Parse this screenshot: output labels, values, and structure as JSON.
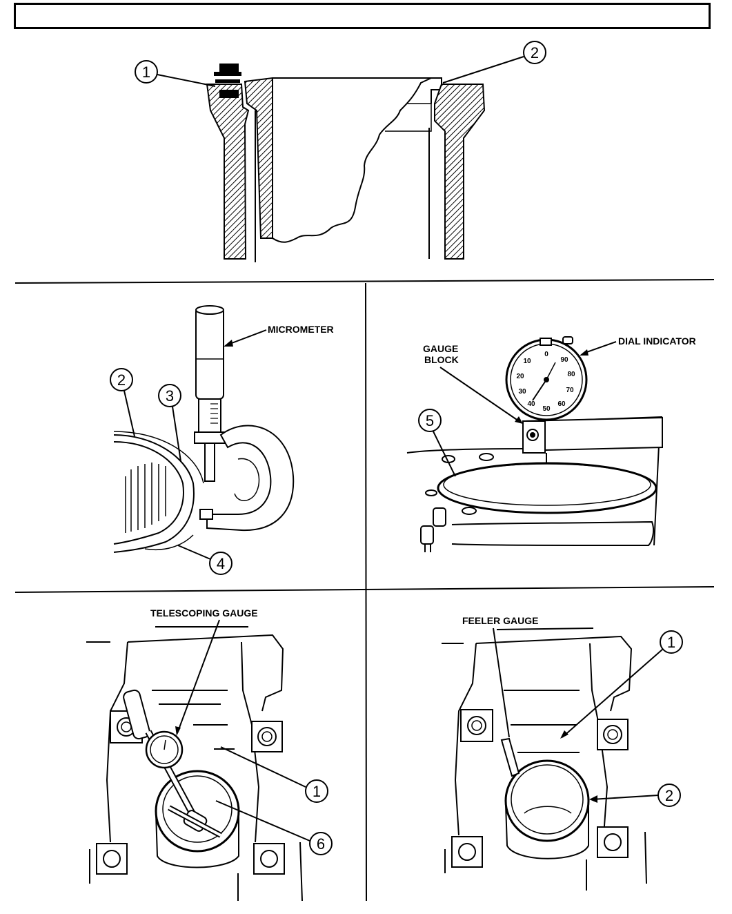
{
  "header": {
    "title": ""
  },
  "panels": {
    "top": {
      "callouts": [
        "1",
        "2"
      ]
    },
    "middle_left": {
      "label_micrometer": "MICROMETER",
      "callouts": [
        "2",
        "3",
        "4"
      ]
    },
    "middle_right": {
      "label_gauge_block_1": "GAUGE",
      "label_gauge_block_2": "BLOCK",
      "label_dial_indicator": "DIAL INDICATOR",
      "callouts": [
        "5"
      ],
      "dial_numbers": [
        "0",
        "10",
        "20",
        "30",
        "40",
        "50",
        "60",
        "70",
        "80",
        "90"
      ]
    },
    "bottom_left": {
      "label_telescoping_gauge": "TELESCOPING GAUGE",
      "callouts": [
        "1",
        "6"
      ]
    },
    "bottom_right": {
      "label_feeler_gauge": "FEELER GAUGE",
      "callouts": [
        "1",
        "2"
      ]
    }
  },
  "colors": {
    "ink": "#000000",
    "paper": "#ffffff"
  }
}
